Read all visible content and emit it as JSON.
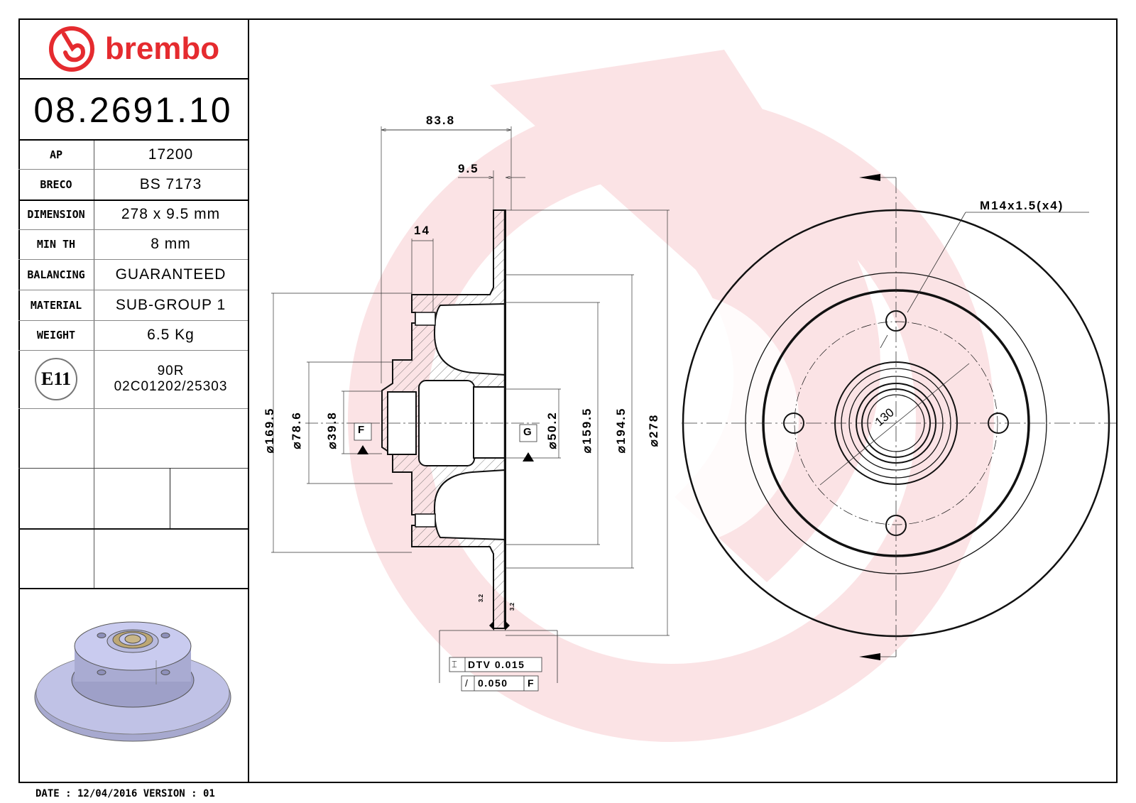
{
  "brand": {
    "name": "brembo",
    "color": "#e52b2f",
    "watermark_color": "#fbe3e5"
  },
  "part_number": "08.2691.10",
  "spec_table": [
    {
      "label": "AP",
      "value": "17200"
    },
    {
      "label": "BRECO",
      "value": "BS 7173"
    },
    {
      "label": "DIMENSION",
      "value": "278 x 9.5 mm"
    },
    {
      "label": "MIN TH",
      "value": "8 mm"
    },
    {
      "label": "BALANCING",
      "value": "GUARANTEED"
    },
    {
      "label": "MATERIAL",
      "value": "SUB-GROUP 1"
    },
    {
      "label": "WEIGHT",
      "value": "6.5 Kg"
    }
  ],
  "approval": {
    "mark": "E11",
    "line1": "90R",
    "line2": "02C01202/25303"
  },
  "footer": {
    "text": "DATE : 12/04/2016 VERSION : 01"
  },
  "section_view": {
    "dims": {
      "overall_width": "83.8",
      "disc_thickness": "9.5",
      "flange_width": "14",
      "d_169": "⌀169.5",
      "d_78": "⌀78.6",
      "d_39": "⌀39.8",
      "d_50": "⌀50.2",
      "d_159": "⌀159.5",
      "d_194": "⌀194.5",
      "d_278": "⌀278"
    },
    "datum_f": "F",
    "datum_g": "G",
    "roughness_left": "3.2",
    "roughness_right": "3.2",
    "tolerance": {
      "dtv_label": "DTV 0.015",
      "runout_value": "0.050",
      "runout_datum": "F"
    }
  },
  "front_view": {
    "thread_callout": "M14x1.5(x4)",
    "pcd": "130"
  }
}
